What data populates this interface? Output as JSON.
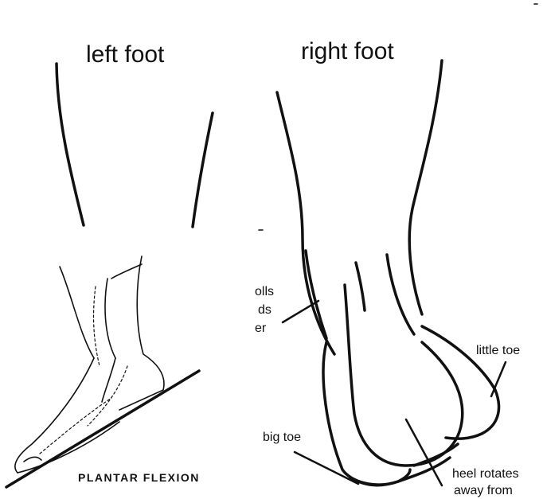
{
  "titles": {
    "left": "left foot",
    "right": "right foot"
  },
  "inset": {
    "caption": "PLANTAR FLEXION"
  },
  "annotations": {
    "rolls_line1": "olls",
    "rolls_line2": "ds",
    "rolls_line3": "er",
    "little_toe": "little toe",
    "big_toe": "big toe",
    "heel_line1": "heel rotates",
    "heel_line2": "away from"
  }
}
